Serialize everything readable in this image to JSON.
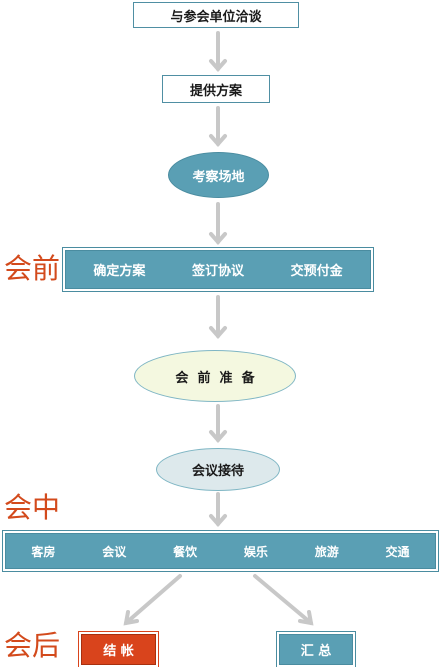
{
  "steps": {
    "negotiate": "与参会单位洽谈",
    "provide_plan": "提供方案",
    "inspect_venue": "考察场地",
    "pre_row": [
      "确定方案",
      "签订协议",
      "交预付金"
    ],
    "prepare": "会  前  准  备",
    "reception": "会议接待",
    "mid_row": [
      "客房",
      "会议",
      "餐饮",
      "娱乐",
      "旅游",
      "交通"
    ],
    "checkout": "结 帐",
    "summary": "汇 总"
  },
  "phases": {
    "before": "会前",
    "during": "会中",
    "after": "会后"
  },
  "colors": {
    "teal": "#5a9fb4",
    "arrow_gray": "#c8c8c8",
    "phase_label": "#d34a1c",
    "checkout_red": "#d9441c",
    "summary_teal": "#5a9fb4",
    "prepare_fill": "#f4f8e0",
    "reception_fill": "#dde9ec"
  }
}
